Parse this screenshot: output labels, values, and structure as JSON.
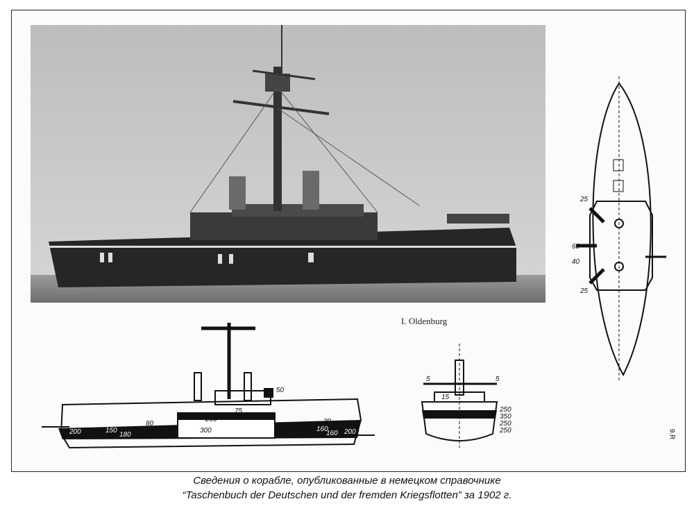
{
  "photo": {
    "caption": "I. Oldenburg"
  },
  "side_profile": {
    "labels": [
      "50",
      "75",
      "200",
      "300",
      "80",
      "30",
      "200",
      "150",
      "180",
      "160",
      "160",
      "200"
    ]
  },
  "cross_section": {
    "labels": [
      "5",
      "5",
      "15",
      "250",
      "350",
      "250",
      "250"
    ]
  },
  "plan_view": {
    "labels": [
      "25",
      "60",
      "40",
      "25"
    ]
  },
  "page_mark": "9.R",
  "caption": {
    "line1": "Сведения о корабле, опубликованные в немецком справочнике",
    "line2": "“Taschenbuch der Deutschen und der fremden Kriegsflotten” за 1902 г."
  }
}
